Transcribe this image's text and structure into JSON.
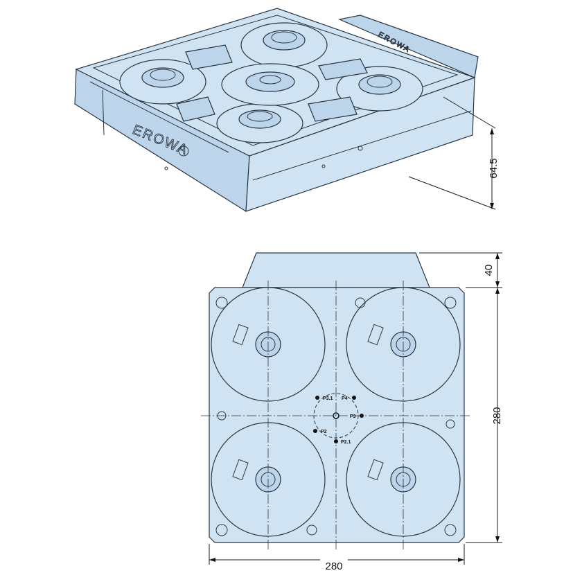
{
  "iso_view": {
    "brand_logo": "EROWA",
    "height_dimension": "64.5"
  },
  "top_view": {
    "dim_width": "280",
    "dim_height": "280",
    "dim_extension": "40",
    "points": [
      {
        "label": "P3.1"
      },
      {
        "label": "P4"
      },
      {
        "label": "P3"
      },
      {
        "label": "P2"
      },
      {
        "label": "P2.1"
      }
    ]
  },
  "colors": {
    "body": "#cfe3f3",
    "line": "#2a3440"
  }
}
